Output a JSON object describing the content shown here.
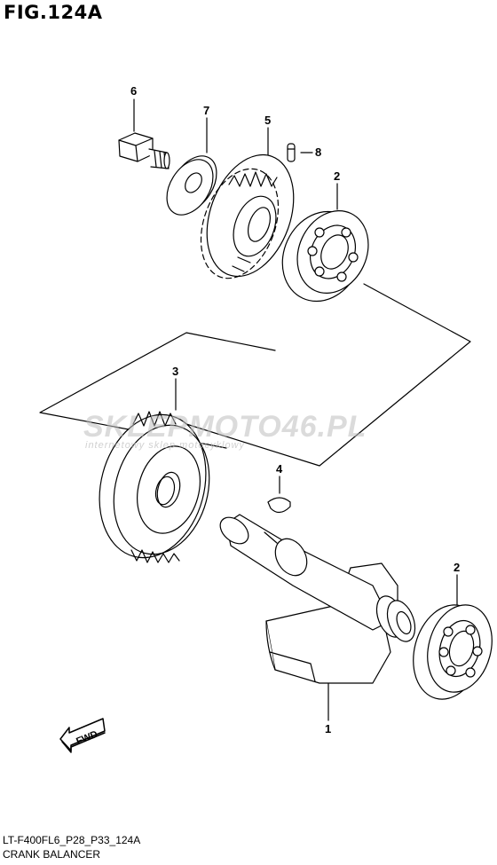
{
  "figure": {
    "title": "FIG.124A"
  },
  "callouts": [
    {
      "id": "6",
      "text": "6"
    },
    {
      "id": "7",
      "text": "7"
    },
    {
      "id": "5",
      "text": "5"
    },
    {
      "id": "8",
      "text": "8"
    },
    {
      "id": "2a",
      "text": "2"
    },
    {
      "id": "3",
      "text": "3"
    },
    {
      "id": "4",
      "text": "4"
    },
    {
      "id": "2b",
      "text": "2"
    },
    {
      "id": "1",
      "text": "1"
    }
  ],
  "fwd_label": "FWD",
  "watermark": {
    "brand": "SKLEPMOTO46.PL",
    "tagline": "internetowy sklep motocyklowy"
  },
  "footer": {
    "code": "LT-F400FL6_P28_P33_124A",
    "name": "CRANK BALANCER"
  },
  "colors": {
    "ink": "#000000",
    "watermark_red": "#e04040",
    "watermark_gray": "#bfbfbf"
  }
}
